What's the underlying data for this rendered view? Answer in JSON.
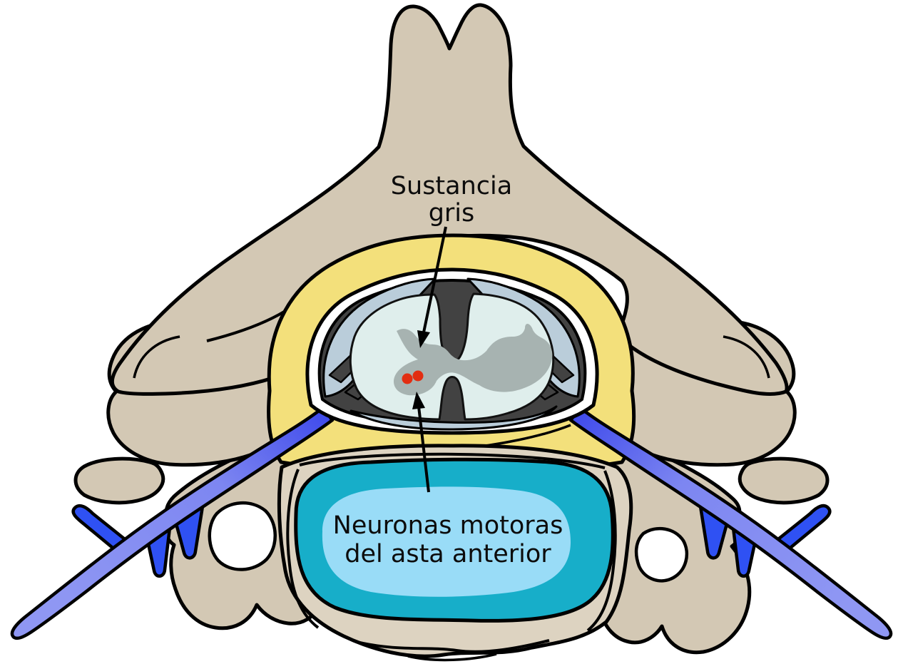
{
  "page": {
    "background": "#ffffff",
    "description": "Corte transversal de una vértebra cervical con médula espinal"
  },
  "labels": {
    "sustancia_gris": {
      "line1": "Sustancia",
      "line2": "gris"
    },
    "neuronas_motoras": {
      "line1": "Neuronas motoras",
      "line2": "del asta anterior"
    }
  },
  "colors": {
    "background": "#ffffff",
    "outline": "#000000",
    "bone": "#d3c8b4",
    "bone_light": "#ddd3c1",
    "ligament_yellow": "#f3e07b",
    "nerve_blue_dark": "#2c38e9",
    "nerve_blue_mid": "#7d86f1",
    "nerve_blue_light": "#8f97f3",
    "nerve_twig_blue": "#2f51f3",
    "disc_teal": "#17aec9",
    "disc_cyan": "#99dcf7",
    "dura_white": "#ffffff",
    "epidural_gray": "#424242",
    "csf_bluegray": "#bacdda",
    "cord_pale": "#dfeeec",
    "gray_matter": "#a7b3b1",
    "neuron_red": "#e22d11",
    "label_text": "#0c0c0c"
  }
}
